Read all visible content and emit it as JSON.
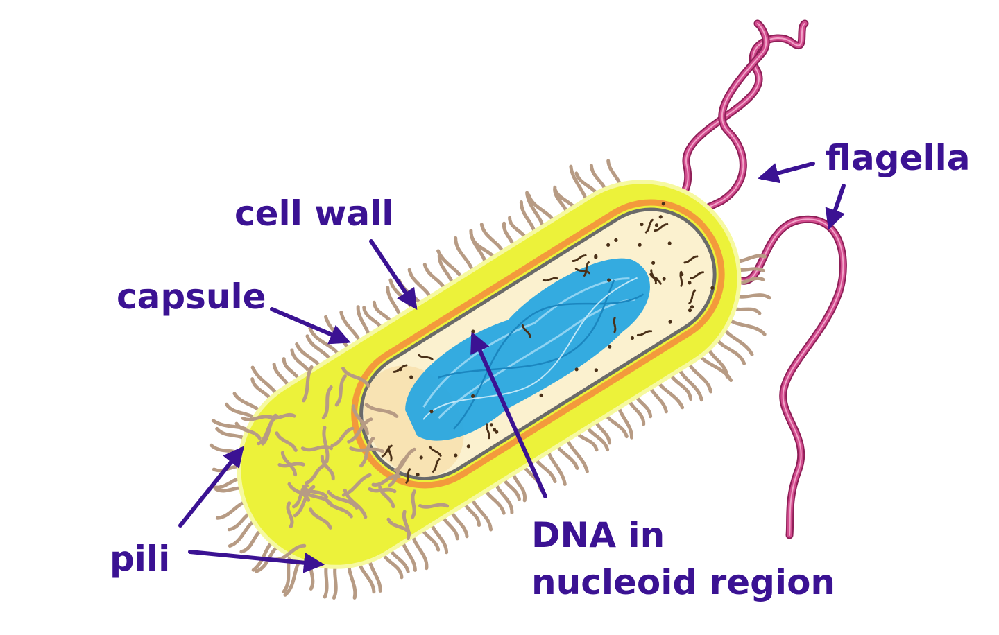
{
  "labels": {
    "cell_wall": "cell wall",
    "capsule": "capsule",
    "flagella": "flagella",
    "pili": "pili",
    "dna_line1": "DNA in",
    "dna_line2": "nucleoid region"
  },
  "colors": {
    "label_text": "#3b1293",
    "arrow": "#3b1293",
    "capsule_fill": "#ecf23a",
    "capsule_edge": "#f6f9a0",
    "cell_wall": "#f39a3c",
    "membrane": "#6a6a6a",
    "cytoplasm": "#fbf1cf",
    "cytoplasm_shade": "#f8e3b3",
    "dna": "#29a7e0",
    "dna_light": "#8fd3f2",
    "ribosome": "#4a3018",
    "pili": "#b79b84",
    "flagella": "#d24c8e"
  }
}
